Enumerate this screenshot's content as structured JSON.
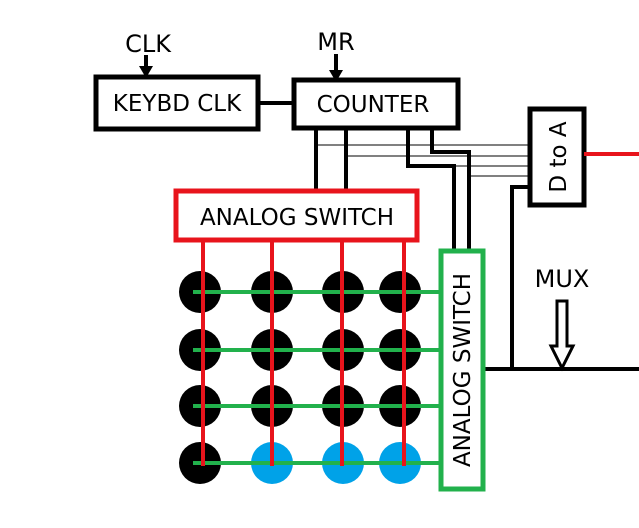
{
  "labels": {
    "clk": "CLK",
    "mr": "MR",
    "keybd_clk": "KEYBD CLK",
    "counter": "COUNTER",
    "d_to_a": "D to A",
    "analog_switch_top": "ANALOG SWITCH",
    "analog_switch_side": "ANALOG SWITCH",
    "mux": "MUX"
  },
  "colors": {
    "wire": "#000000",
    "column_wire": "#e8141c",
    "row_wire": "#22b14c",
    "key_dot": "#000000",
    "key_dot_highlight": "#00a2e8",
    "output_wire": "#e8141c",
    "box_border_top_switch": "#e8141c",
    "box_border_side_switch": "#22b14c"
  },
  "keypad": {
    "rows": 4,
    "columns": 4,
    "highlighted_keys": [
      [
        3,
        1
      ],
      [
        3,
        2
      ],
      [
        3,
        3
      ]
    ]
  }
}
